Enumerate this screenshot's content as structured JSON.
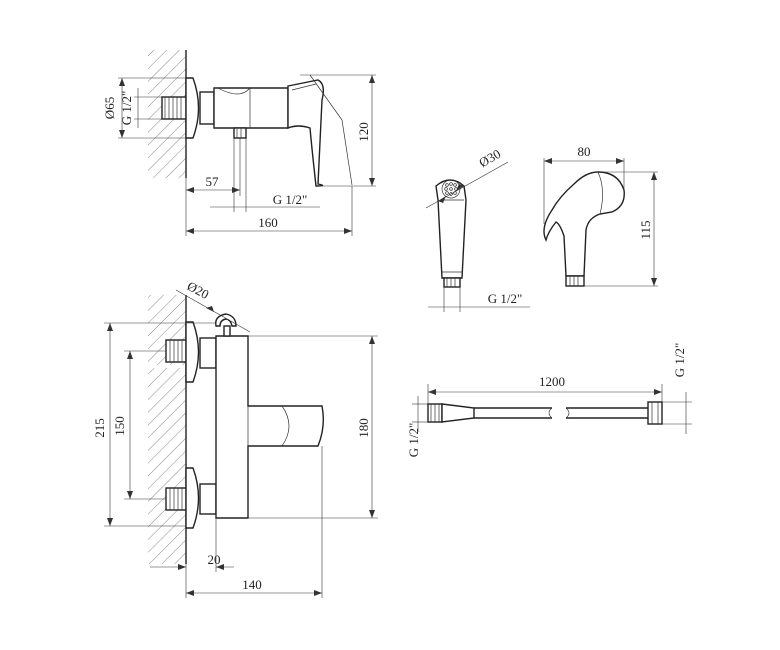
{
  "labels": {
    "mixer_top": {
      "diameter": "Ø65",
      "thread_in": "G 1/2\"",
      "height": "120",
      "offset": "57",
      "thread_out": "G 1/2\"",
      "length": "160"
    },
    "handshower": {
      "diameter": "Ø30",
      "thread": "G 1/2\"",
      "width": "80",
      "height": "115"
    },
    "mixer_front": {
      "diameter": "Ø20",
      "total_height": "215",
      "spacing": "150",
      "body_height": "180",
      "depth": "20",
      "width": "140"
    },
    "hose": {
      "length": "1200",
      "thread_left": "G 1/2\"",
      "thread_right": "G 1/2\""
    }
  },
  "colors": {
    "line": "#222222",
    "background": "#ffffff"
  }
}
